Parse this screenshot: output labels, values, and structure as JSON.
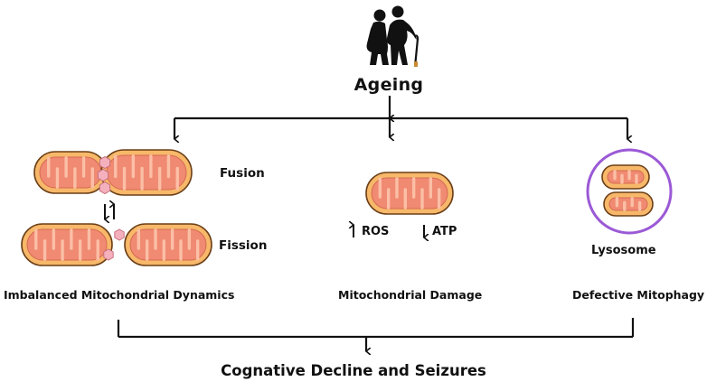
{
  "diagram": {
    "top_node": {
      "label": "Ageing",
      "icon": "elderly-couple-icon"
    },
    "branches": [
      {
        "title": "Imbalanced Mitochondrial Dynamics",
        "labels": {
          "fusion": "Fusion",
          "fission": "Fission"
        }
      },
      {
        "title": "Mitochondrial Damage",
        "labels": {
          "ros": "ROS",
          "atp": "ATP"
        }
      },
      {
        "title": "Defective Mitophagy",
        "labels": {
          "lysosome": "Lysosome"
        }
      }
    ],
    "outcome": "Cognative Decline and Seizures",
    "colors": {
      "membrane": "#f7b86a",
      "inner": "#f08a72",
      "crista": "#fbbfa6",
      "outline": "#6b3f17",
      "fission_protein": "#f4b1bd",
      "lysosome_ring": "#9b59d6",
      "line": "#111111"
    }
  }
}
